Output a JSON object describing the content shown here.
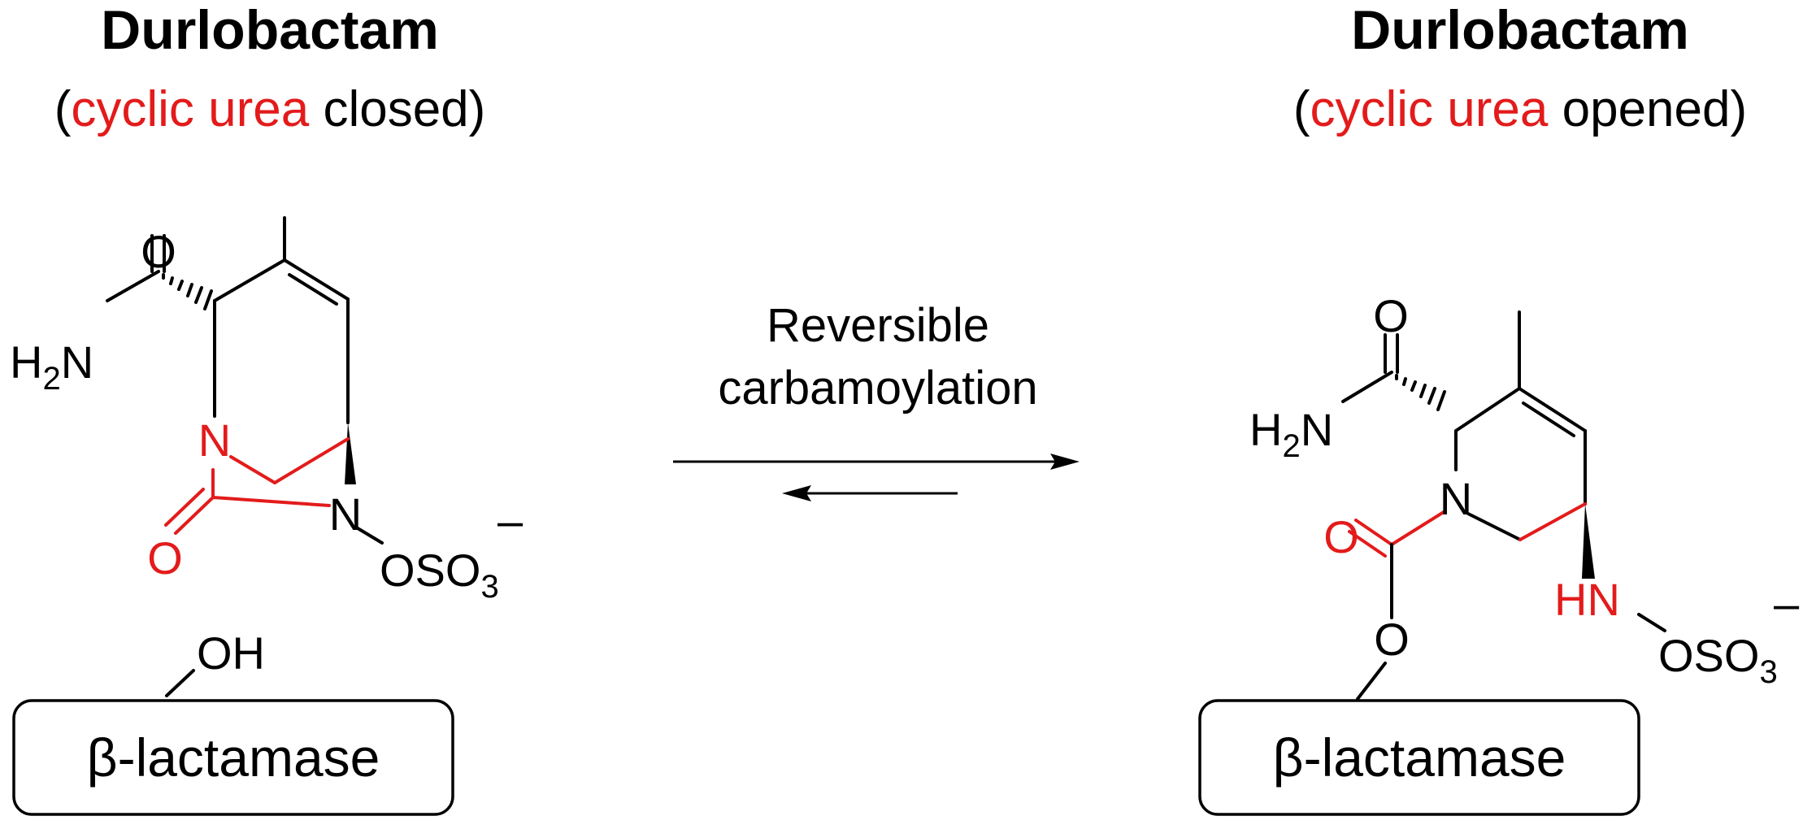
{
  "left": {
    "title": "Durlobactam",
    "subtitle_open": "(",
    "subtitle_red": "cyclic urea",
    "subtitle_rest": " closed)",
    "atoms": {
      "o_top": "O",
      "h2n": "H",
      "h2n_sub": "2",
      "h2n_n": "N",
      "n_ring": "N",
      "n_bridge": "N",
      "o_urea": "O",
      "oso3": "OSO",
      "oso3_sub": "3",
      "charge": "–",
      "oh": "OH"
    },
    "box_label": "β-lactamase"
  },
  "middle": {
    "line1": "Reversible",
    "line2": "carbamoylation"
  },
  "right": {
    "title": "Durlobactam",
    "subtitle_open": "(",
    "subtitle_red": "cyclic urea",
    "subtitle_rest": " opened)",
    "atoms": {
      "o_top": "O",
      "h2n": "H",
      "h2n_sub": "2",
      "h2n_n": "N",
      "n_ring": "N",
      "o_carbonyl": "O",
      "o_ester": "O",
      "hn": "HN",
      "oso3": "OSO",
      "oso3_sub": "3",
      "charge": "–"
    },
    "box_label": "β-lactamase"
  },
  "colors": {
    "highlight": "#e31b1b",
    "ink": "#000000"
  }
}
